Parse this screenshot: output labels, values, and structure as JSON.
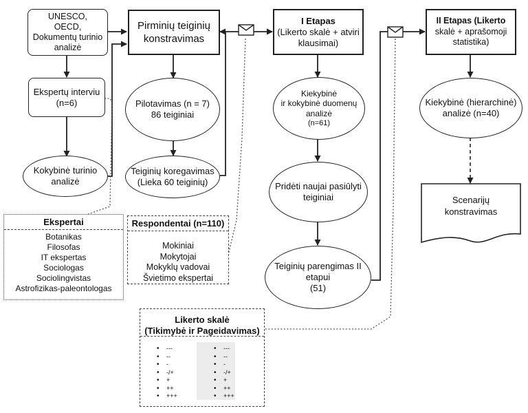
{
  "nodes": {
    "sources": [
      "UNESCO,",
      "OECD,",
      "Dokumentų turinio",
      "analizė"
    ],
    "experts_interview": [
      "Ekspertų interviu",
      "(n=6)"
    ],
    "qual_content": [
      "Kokybinė turinio",
      "analizė"
    ],
    "initial_construction": [
      "Pirminių teiginių",
      "konstravimas"
    ],
    "pilot": [
      "Pilotavimas (n = 7)",
      "86 teiginiai"
    ],
    "correction": [
      "Teiginių koregavimas",
      "(Lieka 60 teiginių)"
    ],
    "stage1": {
      "title": "I Etapas",
      "subtitle": [
        "(Likerto skalė + atviri",
        "klausimai)"
      ]
    },
    "stage1_analysis": [
      "Kiekybinė",
      "ir kokybinė duomenų",
      "analizė",
      "(n=61)"
    ],
    "new_statements": [
      "Pridėti naujai pasiūlyti",
      "teiginiai"
    ],
    "stage2_prep": [
      "Teiginių parengimas II",
      "etapui",
      "(51)"
    ],
    "stage2": [
      "II Etapas (Likerto",
      "skalė + aprašomoji",
      "statistika)"
    ],
    "stage2_analysis": [
      "Kiekybinė (hierarchinė)",
      "analizė (n=40)"
    ],
    "scenarios": [
      "Scenarijų",
      "konstravimas"
    ]
  },
  "panels": {
    "experts": {
      "title": "Ekspertai",
      "items": [
        "Botanikas",
        "Filosofas",
        "IT ekspertas",
        "Sociologas",
        "Sociolingvistas",
        "Astrofizikas-paleontologas"
      ]
    },
    "respondents": {
      "title": "Respondentai (n=110)",
      "items": [
        "Mokiniai",
        "Mokytojai",
        "Mokyklų vadovai",
        "Švietimo ekspertai"
      ]
    },
    "likert": {
      "title": [
        "Likerto skalė",
        "(Tikimybė ir Pageidavimas)"
      ],
      "scale": [
        "---",
        "--",
        "-",
        "-/+",
        "+",
        "++",
        "+++"
      ]
    }
  },
  "icons": [
    "envelope-icon",
    "envelope-icon"
  ],
  "colors": {
    "line": "#222222",
    "shade": "#ececec"
  }
}
